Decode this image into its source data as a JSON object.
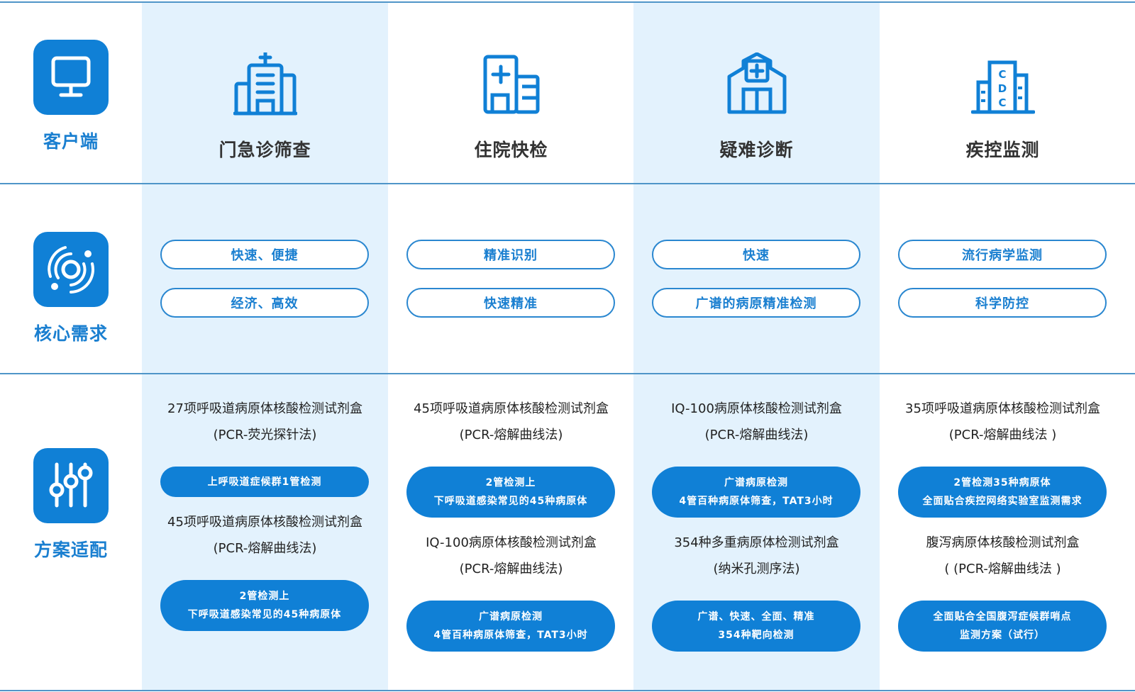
{
  "colors": {
    "accent": "#1080d6",
    "accent_text": "#1a7fd0",
    "column_highlight": "#e3f2fd",
    "divider": "#4f95c8",
    "title_text": "#333333"
  },
  "rows": {
    "clients": {
      "label": "客户端",
      "icon": "monitor-icon"
    },
    "needs": {
      "label": "核心需求",
      "icon": "orbit-icon"
    },
    "solutions": {
      "label": "方案适配",
      "icon": "sliders-icon"
    }
  },
  "columns": [
    {
      "title": "门急诊筛查",
      "icon": "hospital-cross-tower-icon",
      "needs": [
        "快速、便捷",
        "经济、高效"
      ],
      "solutions": [
        {
          "kit": "27项呼吸道病原体核酸检测试剂盒",
          "method": "(PCR-荧光探针法)",
          "tag": [
            "上呼吸道症候群1管检测"
          ]
        },
        {
          "kit": "45项呼吸道病原体核酸检测试剂盒",
          "method": "(PCR-熔解曲线法)",
          "tag": [
            "2管检测上",
            "下呼吸道感染常见的45种病原体"
          ]
        }
      ]
    },
    {
      "title": "住院快检",
      "icon": "hospital-building-icon",
      "needs": [
        "精准识别",
        "快速精准"
      ],
      "solutions": [
        {
          "kit": "45项呼吸道病原体核酸检测试剂盒",
          "method": "(PCR-熔解曲线法)",
          "tag": [
            "2管检测上",
            "下呼吸道感染常见的45种病原体"
          ]
        },
        {
          "kit": "IQ-100病原体核酸检测试剂盒",
          "method": "(PCR-熔解曲线法)",
          "tag": [
            "广谱病原检测",
            "4管百种病原体筛查，TAT3小时"
          ]
        }
      ]
    },
    {
      "title": "疑难诊断",
      "icon": "clinic-house-icon",
      "needs": [
        "快速",
        "广谱的病原精准检测"
      ],
      "solutions": [
        {
          "kit": "IQ-100病原体核酸检测试剂盒",
          "method": "(PCR-熔解曲线法)",
          "tag": [
            "广谱病原检测",
            "4管百种病原体筛查，TAT3小时"
          ]
        },
        {
          "kit": "354种多重病原体检测试剂盒",
          "method": "(纳米孔测序法)",
          "tag": [
            "广谱、快速、全面、精准",
            "354种靶向检测"
          ]
        }
      ]
    },
    {
      "title": "疾控监测",
      "icon": "cdc-building-icon",
      "needs": [
        "流行病学监测",
        "科学防控"
      ],
      "solutions": [
        {
          "kit": "35项呼吸道病原体核酸检测试剂盒",
          "method": "(PCR-熔解曲线法 )",
          "tag": [
            "2管检测35种病原体",
            "全面贴合疾控网络实验室监测需求"
          ]
        },
        {
          "kit": "腹泻病原体核酸检测试剂盒",
          "method": "( (PCR-熔解曲线法 )",
          "tag": [
            "全面贴合全国腹泻症候群哨点",
            "监测方案（试行）"
          ]
        }
      ]
    }
  ]
}
